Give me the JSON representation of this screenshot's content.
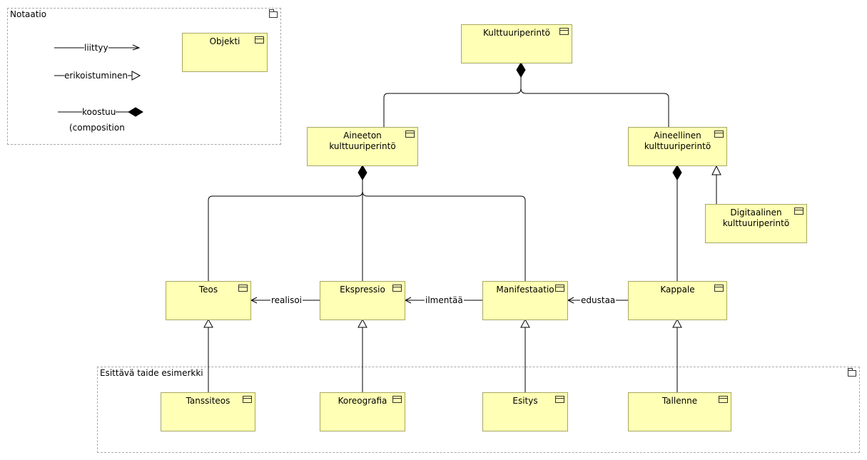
{
  "notation": {
    "title": "Notaatio",
    "association_label": "liittyy",
    "specialization_label": "erikoistuminen",
    "composition_label": "koostuu",
    "composition_note": "(composition",
    "object_label": "Objekti"
  },
  "example_group": {
    "title": "Esittävä taide esimerkki"
  },
  "nodes": {
    "kulttuuriperinto": "Kulttuuriperintö",
    "aineeton": "Aineeton kulttuuriperintö",
    "aineellinen": "Aineellinen kulttuuriperintö",
    "digitaalinen": "Digitaalinen kulttuuriperintö",
    "teos": "Teos",
    "ekspressio": "Ekspressio",
    "manifestaatio": "Manifestaatio",
    "kappale": "Kappale",
    "tanssiteos": "Tanssiteos",
    "koreografia": "Koreografia",
    "esitys": "Esitys",
    "tallenne": "Tallenne"
  },
  "relations": {
    "realisoi": "realisoi",
    "ilmentaa": "ilmentää",
    "edustaa": "edustaa"
  },
  "colors": {
    "object_fill": "#ffffb5",
    "object_border": "#a8a866",
    "group_border": "#a8a8a8"
  }
}
